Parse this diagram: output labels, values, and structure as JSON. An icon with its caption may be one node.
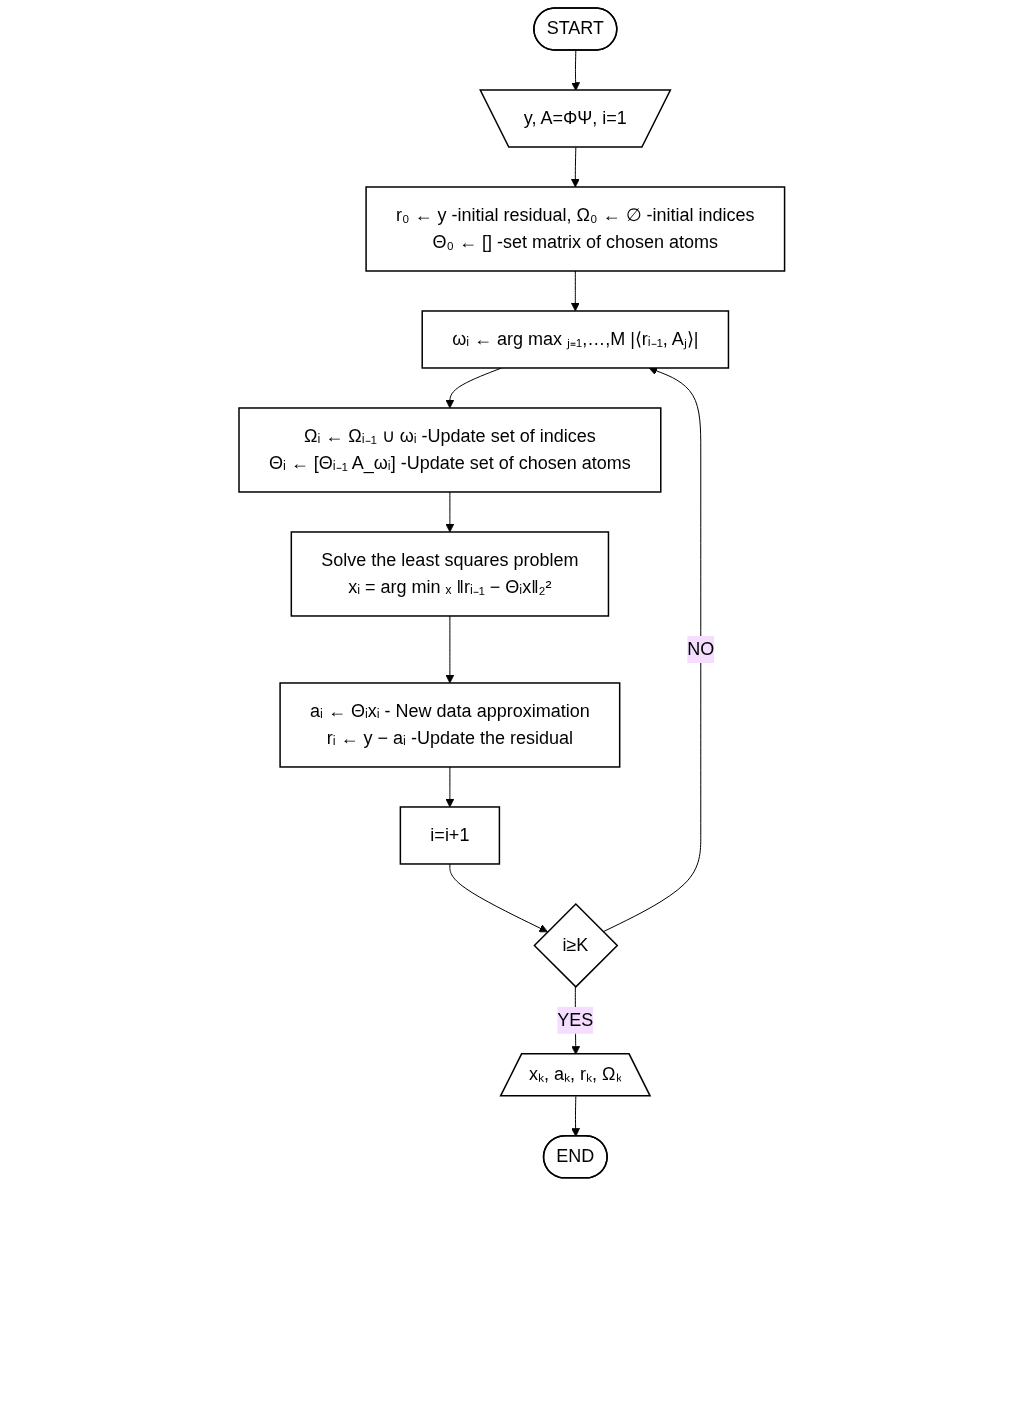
{
  "diagram": {
    "nodes": [
      {
        "text": [
          "START"
        ]
      },
      {
        "text": [
          "y, A=ΦΨ, i=1"
        ]
      },
      {
        "text": [
          "r₀ ← y -initial residual, Ω₀ ← ∅ -initial indices",
          "Θ₀ ← [] -set matrix of chosen atoms"
        ]
      },
      {
        "text": [
          "ωᵢ ← arg max ⱼ₌₁,…,M |⟨rᵢ₋₁, Aⱼ⟩|"
        ]
      },
      {
        "text": [
          "Ωᵢ ← Ωᵢ₋₁ ∪ ωᵢ -Update set of indices",
          "Θᵢ ← [Θᵢ₋₁ A_ωᵢ] -Update set of chosen atoms"
        ]
      },
      {
        "text": [
          "Solve the least squares problem",
          "xᵢ = arg min ₓ ‖rᵢ₋₁ − Θᵢx‖₂²"
        ]
      },
      {
        "text": [
          "aᵢ ← Θᵢxᵢ - New data approximation",
          "rᵢ ← y − aᵢ -Update the residual"
        ]
      },
      {
        "text": [
          "i=i+1"
        ]
      },
      {
        "text": [
          "i≥K"
        ]
      },
      {
        "text": [
          "xₖ, aₖ, rₖ, Ωₖ"
        ]
      },
      {
        "text": [
          "END"
        ]
      }
    ],
    "edges": [
      {
        "from": 0,
        "to": 1,
        "arrow": "to"
      },
      {
        "from": 1,
        "to": 2,
        "arrow": "to"
      },
      {
        "from": 2,
        "to": 3,
        "arrow": "to"
      },
      {
        "from": 3,
        "to": 4,
        "arrow": "to"
      },
      {
        "from": 4,
        "to": 5,
        "arrow": "to"
      },
      {
        "from": 5,
        "to": 6,
        "arrow": "to"
      },
      {
        "from": 6,
        "to": 7,
        "arrow": "to"
      },
      {
        "from": 7,
        "to": 8,
        "arrow": "to"
      },
      {
        "from": 8,
        "to": 3,
        "label": "NO",
        "arrow": "to"
      },
      {
        "from": 8,
        "to": 9,
        "label": "YES",
        "arrow": "to"
      },
      {
        "from": 9,
        "to": 10,
        "arrow": "to"
      }
    ]
  }
}
